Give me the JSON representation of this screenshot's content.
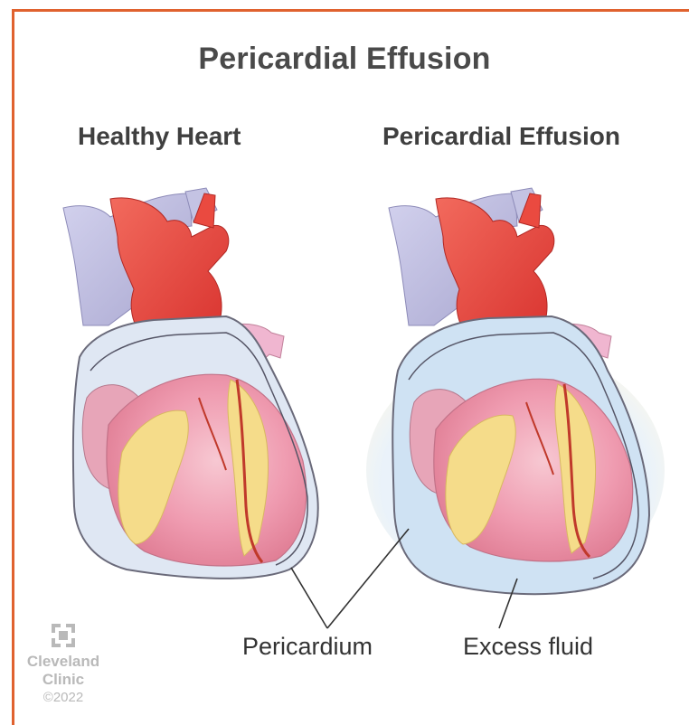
{
  "title": "Pericardial Effusion",
  "panels": {
    "left_title": "Healthy Heart",
    "right_title": "Pericardial Effusion"
  },
  "labels": {
    "pericardium": "Pericardium",
    "excess_fluid": "Excess fluid"
  },
  "logo": {
    "line1": "Cleveland",
    "line2": "Clinic",
    "copyright": "©2022"
  },
  "colors": {
    "frame": "#e0622f",
    "vein": "#b9b8d8",
    "artery": "#e8463f",
    "heart_muscle": "#f0a0b0",
    "fat": "#f5dc8a",
    "fluid": "#cfe2f3"
  }
}
